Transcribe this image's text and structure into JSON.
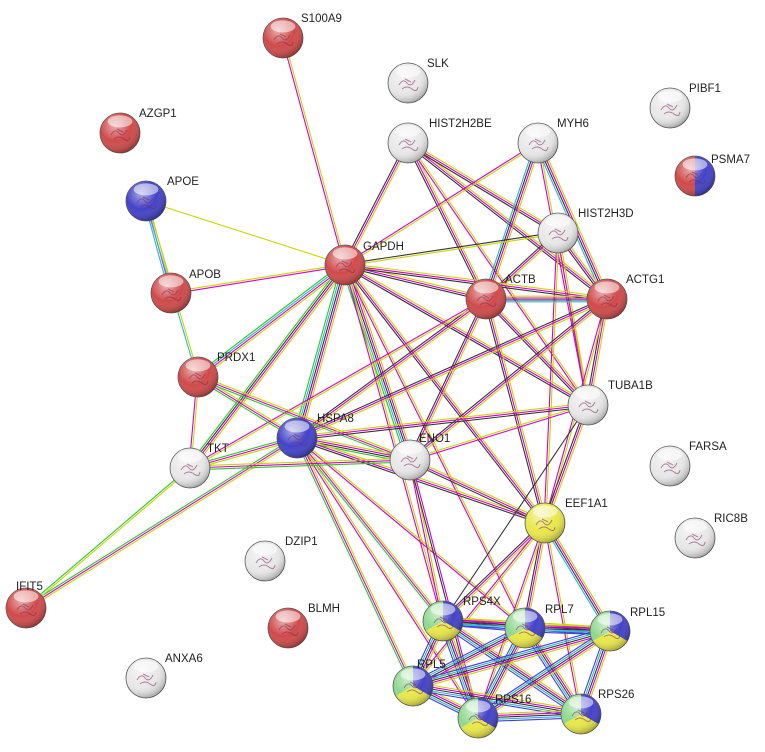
{
  "colors": {
    "red": "#d04a4a",
    "blue": "#4242c8",
    "white": "#e8e8e8",
    "yellow": "#e8e84a",
    "green": "#8ed88e",
    "edge": {
      "yellow": "#c8d400",
      "magenta": "#d000d0",
      "black": "#333333",
      "cyan": "#30b4d8",
      "green": "#28c828",
      "blue": "#4040d0"
    }
  },
  "nodes": [
    {
      "id": "S100A9",
      "label": "S100A9",
      "colors": [
        "red"
      ]
    },
    {
      "id": "SLK",
      "label": "SLK",
      "colors": [
        "white"
      ]
    },
    {
      "id": "PIBF1",
      "label": "PIBF1",
      "colors": [
        "white"
      ]
    },
    {
      "id": "AZGP1",
      "label": "AZGP1",
      "colors": [
        "red"
      ]
    },
    {
      "id": "HIST2H2BE",
      "label": "HIST2H2BE",
      "colors": [
        "white"
      ]
    },
    {
      "id": "MYH6",
      "label": "MYH6",
      "colors": [
        "white"
      ]
    },
    {
      "id": "PSMA7",
      "label": "PSMA7",
      "colors": [
        "red",
        "blue"
      ]
    },
    {
      "id": "APOE",
      "label": "APOE",
      "colors": [
        "blue"
      ]
    },
    {
      "id": "HIST2H3D",
      "label": "HIST2H3D",
      "colors": [
        "white"
      ]
    },
    {
      "id": "GAPDH",
      "label": "GAPDH",
      "colors": [
        "red"
      ]
    },
    {
      "id": "APOB",
      "label": "APOB",
      "colors": [
        "red"
      ]
    },
    {
      "id": "ACTB",
      "label": "ACTB",
      "colors": [
        "red"
      ]
    },
    {
      "id": "ACTG1",
      "label": "ACTG1",
      "colors": [
        "red"
      ]
    },
    {
      "id": "PRDX1",
      "label": "PRDX1",
      "colors": [
        "red"
      ]
    },
    {
      "id": "TUBA1B",
      "label": "TUBA1B",
      "colors": [
        "white"
      ]
    },
    {
      "id": "HSPA8",
      "label": "HSPA8",
      "colors": [
        "blue"
      ]
    },
    {
      "id": "ENO1",
      "label": "ENO1",
      "colors": [
        "white"
      ]
    },
    {
      "id": "TKT",
      "label": "TKT",
      "colors": [
        "white"
      ]
    },
    {
      "id": "FARSA",
      "label": "FARSA",
      "colors": [
        "white"
      ]
    },
    {
      "id": "EEF1A1",
      "label": "EEF1A1",
      "colors": [
        "yellow"
      ]
    },
    {
      "id": "RIC8B",
      "label": "RIC8B",
      "colors": [
        "white"
      ]
    },
    {
      "id": "DZIP1",
      "label": "DZIP1",
      "colors": [
        "white"
      ]
    },
    {
      "id": "IFIT5",
      "label": "IFIT5",
      "colors": [
        "red"
      ]
    },
    {
      "id": "RPS4X",
      "label": "RPS4X",
      "colors": [
        "blue",
        "yellow",
        "green"
      ]
    },
    {
      "id": "RPL7",
      "label": "RPL7",
      "colors": [
        "blue",
        "yellow",
        "green"
      ]
    },
    {
      "id": "RPL15",
      "label": "RPL15",
      "colors": [
        "blue",
        "yellow",
        "green"
      ]
    },
    {
      "id": "BLMH",
      "label": "BLMH",
      "colors": [
        "red"
      ]
    },
    {
      "id": "ANXA6",
      "label": "ANXA6",
      "colors": [
        "white"
      ]
    },
    {
      "id": "RPL5",
      "label": "RPL5",
      "colors": [
        "blue",
        "yellow",
        "green"
      ]
    },
    {
      "id": "RPS16",
      "label": "RPS16",
      "colors": [
        "blue",
        "yellow",
        "green"
      ]
    },
    {
      "id": "RPS26",
      "label": "RPS26",
      "colors": [
        "blue",
        "yellow",
        "green"
      ]
    }
  ],
  "edges": [
    {
      "source": "S100A9",
      "target": "GAPDH",
      "types": [
        "yellow",
        "magenta"
      ]
    },
    {
      "source": "APOE",
      "target": "GAPDH",
      "types": [
        "yellow"
      ]
    },
    {
      "source": "APOE",
      "target": "APOB",
      "types": [
        "yellow",
        "magenta",
        "cyan"
      ]
    },
    {
      "source": "APOE",
      "target": "PRDX1",
      "types": [
        "yellow",
        "cyan"
      ]
    },
    {
      "source": "APOB",
      "target": "GAPDH",
      "types": [
        "yellow",
        "magenta"
      ]
    },
    {
      "source": "HIST2H2BE",
      "target": "GAPDH",
      "types": [
        "yellow",
        "magenta",
        "black"
      ]
    },
    {
      "source": "HIST2H2BE",
      "target": "ACTB",
      "types": [
        "yellow",
        "magenta",
        "black"
      ]
    },
    {
      "source": "HIST2H2BE",
      "target": "ACTG1",
      "types": [
        "yellow",
        "magenta",
        "black"
      ]
    },
    {
      "source": "HIST2H2BE",
      "target": "HIST2H3D",
      "types": [
        "yellow",
        "magenta",
        "black"
      ]
    },
    {
      "source": "HIST2H2BE",
      "target": "TUBA1B",
      "types": [
        "yellow",
        "magenta"
      ]
    },
    {
      "source": "MYH6",
      "target": "GAPDH",
      "types": [
        "yellow",
        "magenta"
      ]
    },
    {
      "source": "MYH6",
      "target": "ACTB",
      "types": [
        "yellow",
        "magenta",
        "black",
        "cyan"
      ]
    },
    {
      "source": "MYH6",
      "target": "ACTG1",
      "types": [
        "yellow",
        "magenta",
        "black",
        "cyan"
      ]
    },
    {
      "source": "MYH6",
      "target": "TUBA1B",
      "types": [
        "yellow",
        "magenta"
      ]
    },
    {
      "source": "HIST2H3D",
      "target": "GAPDH",
      "types": [
        "yellow",
        "black"
      ]
    },
    {
      "source": "HIST2H3D",
      "target": "ACTB",
      "types": [
        "yellow",
        "magenta",
        "black"
      ]
    },
    {
      "source": "HIST2H3D",
      "target": "ACTG1",
      "types": [
        "yellow",
        "magenta",
        "black"
      ]
    },
    {
      "source": "HIST2H3D",
      "target": "TUBA1B",
      "types": [
        "yellow",
        "magenta"
      ]
    },
    {
      "source": "HIST2H3D",
      "target": "EEF1A1",
      "types": [
        "yellow",
        "magenta"
      ]
    },
    {
      "source": "GAPDH",
      "target": "ACTB",
      "types": [
        "yellow",
        "magenta",
        "black"
      ]
    },
    {
      "source": "GAPDH",
      "target": "ACTG1",
      "types": [
        "yellow",
        "magenta",
        "black"
      ]
    },
    {
      "source": "GAPDH",
      "target": "PRDX1",
      "types": [
        "yellow",
        "magenta",
        "cyan",
        "green"
      ]
    },
    {
      "source": "GAPDH",
      "target": "HSPA8",
      "types": [
        "yellow",
        "magenta",
        "black",
        "cyan",
        "green"
      ]
    },
    {
      "source": "GAPDH",
      "target": "ENO1",
      "types": [
        "yellow",
        "magenta",
        "black",
        "cyan",
        "green"
      ]
    },
    {
      "source": "GAPDH",
      "target": "TKT",
      "types": [
        "yellow",
        "magenta",
        "black",
        "green"
      ]
    },
    {
      "source": "GAPDH",
      "target": "TUBA1B",
      "types": [
        "yellow",
        "magenta",
        "black"
      ]
    },
    {
      "source": "GAPDH",
      "target": "EEF1A1",
      "types": [
        "yellow",
        "magenta",
        "black"
      ]
    },
    {
      "source": "GAPDH",
      "target": "RPS4X",
      "types": [
        "yellow",
        "magenta"
      ]
    },
    {
      "source": "GAPDH",
      "target": "RPL7",
      "types": [
        "yellow",
        "magenta"
      ]
    },
    {
      "source": "ACTB",
      "target": "ACTG1",
      "types": [
        "yellow",
        "magenta",
        "black",
        "cyan"
      ]
    },
    {
      "source": "ACTB",
      "target": "HSPA8",
      "types": [
        "yellow",
        "magenta",
        "black"
      ]
    },
    {
      "source": "ACTB",
      "target": "ENO1",
      "types": [
        "yellow",
        "magenta",
        "black"
      ]
    },
    {
      "source": "ACTB",
      "target": "TUBA1B",
      "types": [
        "yellow",
        "magenta",
        "black"
      ]
    },
    {
      "source": "ACTB",
      "target": "EEF1A1",
      "types": [
        "yellow",
        "magenta",
        "black"
      ]
    },
    {
      "source": "ACTB",
      "target": "TKT",
      "types": [
        "yellow",
        "magenta"
      ]
    },
    {
      "source": "ACTG1",
      "target": "HSPA8",
      "types": [
        "yellow",
        "magenta",
        "black"
      ]
    },
    {
      "source": "ACTG1",
      "target": "ENO1",
      "types": [
        "yellow",
        "magenta",
        "black"
      ]
    },
    {
      "source": "ACTG1",
      "target": "TUBA1B",
      "types": [
        "yellow",
        "magenta",
        "black"
      ]
    },
    {
      "source": "ACTG1",
      "target": "EEF1A1",
      "types": [
        "yellow",
        "magenta"
      ]
    },
    {
      "source": "PRDX1",
      "target": "HSPA8",
      "types": [
        "yellow",
        "magenta",
        "green"
      ]
    },
    {
      "source": "PRDX1",
      "target": "TKT",
      "types": [
        "yellow",
        "magenta"
      ]
    },
    {
      "source": "PRDX1",
      "target": "ENO1",
      "types": [
        "yellow",
        "magenta",
        "green"
      ]
    },
    {
      "source": "HSPA8",
      "target": "ENO1",
      "types": [
        "yellow",
        "magenta",
        "black",
        "green"
      ]
    },
    {
      "source": "HSPA8",
      "target": "TKT",
      "types": [
        "yellow",
        "magenta",
        "green"
      ]
    },
    {
      "source": "HSPA8",
      "target": "TUBA1B",
      "types": [
        "yellow",
        "magenta",
        "black"
      ]
    },
    {
      "source": "HSPA8",
      "target": "EEF1A1",
      "types": [
        "yellow",
        "magenta",
        "black"
      ]
    },
    {
      "source": "HSPA8",
      "target": "RPS4X",
      "types": [
        "yellow",
        "magenta",
        "green"
      ]
    },
    {
      "source": "HSPA8",
      "target": "RPL5",
      "types": [
        "yellow",
        "magenta",
        "green"
      ]
    },
    {
      "source": "HSPA8",
      "target": "RPS16",
      "types": [
        "yellow",
        "magenta"
      ]
    },
    {
      "source": "HSPA8",
      "target": "RPL7",
      "types": [
        "yellow",
        "magenta"
      ]
    },
    {
      "source": "HSPA8",
      "target": "IFIT5",
      "types": [
        "yellow",
        "magenta",
        "green"
      ]
    },
    {
      "source": "TKT",
      "target": "ENO1",
      "types": [
        "yellow",
        "magenta",
        "green"
      ]
    },
    {
      "source": "TKT",
      "target": "IFIT5",
      "types": [
        "yellow",
        "green"
      ]
    },
    {
      "source": "ENO1",
      "target": "TUBA1B",
      "types": [
        "yellow",
        "magenta"
      ]
    },
    {
      "source": "ENO1",
      "target": "EEF1A1",
      "types": [
        "yellow",
        "magenta",
        "black"
      ]
    },
    {
      "source": "ENO1",
      "target": "RPS4X",
      "types": [
        "yellow",
        "magenta"
      ]
    },
    {
      "source": "ENO1",
      "target": "RPS16",
      "types": [
        "magenta",
        "black"
      ]
    },
    {
      "source": "TUBA1B",
      "target": "EEF1A1",
      "types": [
        "yellow",
        "magenta",
        "black"
      ]
    },
    {
      "source": "TUBA1B",
      "target": "RPS4X",
      "types": [
        "black"
      ]
    },
    {
      "source": "EEF1A1",
      "target": "RPS4X",
      "types": [
        "yellow",
        "magenta",
        "black"
      ]
    },
    {
      "source": "EEF1A1",
      "target": "RPL7",
      "types": [
        "yellow",
        "magenta",
        "black"
      ]
    },
    {
      "source": "EEF1A1",
      "target": "RPL15",
      "types": [
        "yellow",
        "magenta",
        "black",
        "cyan"
      ]
    },
    {
      "source": "EEF1A1",
      "target": "RPL5",
      "types": [
        "yellow",
        "magenta"
      ]
    },
    {
      "source": "EEF1A1",
      "target": "RPS16",
      "types": [
        "yellow",
        "magenta"
      ]
    },
    {
      "source": "EEF1A1",
      "target": "RPS26",
      "types": [
        "yellow",
        "magenta"
      ]
    },
    {
      "source": "RPS4X",
      "target": "RPL7",
      "types": [
        "yellow",
        "magenta",
        "black",
        "cyan",
        "blue"
      ]
    },
    {
      "source": "RPS4X",
      "target": "RPL15",
      "types": [
        "yellow",
        "magenta",
        "black",
        "cyan",
        "blue"
      ]
    },
    {
      "source": "RPS4X",
      "target": "RPL5",
      "types": [
        "yellow",
        "magenta",
        "black",
        "cyan",
        "blue"
      ]
    },
    {
      "source": "RPS4X",
      "target": "RPS16",
      "types": [
        "yellow",
        "magenta",
        "black",
        "cyan",
        "blue"
      ]
    },
    {
      "source": "RPS4X",
      "target": "RPS26",
      "types": [
        "yellow",
        "magenta",
        "black",
        "cyan",
        "blue"
      ]
    },
    {
      "source": "RPL7",
      "target": "RPL15",
      "types": [
        "yellow",
        "magenta",
        "black",
        "cyan",
        "blue"
      ]
    },
    {
      "source": "RPL7",
      "target": "RPL5",
      "types": [
        "yellow",
        "magenta",
        "black",
        "cyan",
        "blue"
      ]
    },
    {
      "source": "RPL7",
      "target": "RPS16",
      "types": [
        "yellow",
        "magenta",
        "black",
        "cyan",
        "blue"
      ]
    },
    {
      "source": "RPL7",
      "target": "RPS26",
      "types": [
        "yellow",
        "magenta",
        "black",
        "cyan",
        "blue"
      ]
    },
    {
      "source": "RPL15",
      "target": "RPL5",
      "types": [
        "yellow",
        "magenta",
        "black",
        "cyan",
        "blue"
      ]
    },
    {
      "source": "RPL15",
      "target": "RPS16",
      "types": [
        "yellow",
        "magenta",
        "black",
        "cyan",
        "blue"
      ]
    },
    {
      "source": "RPL15",
      "target": "RPS26",
      "types": [
        "yellow",
        "magenta",
        "black",
        "cyan",
        "blue"
      ]
    },
    {
      "source": "RPL5",
      "target": "RPS16",
      "types": [
        "yellow",
        "magenta",
        "black",
        "cyan",
        "blue"
      ]
    },
    {
      "source": "RPL5",
      "target": "RPS26",
      "types": [
        "yellow",
        "magenta",
        "black",
        "cyan",
        "blue"
      ]
    },
    {
      "source": "RPS16",
      "target": "RPS26",
      "types": [
        "yellow",
        "magenta",
        "black",
        "cyan",
        "blue"
      ]
    }
  ]
}
